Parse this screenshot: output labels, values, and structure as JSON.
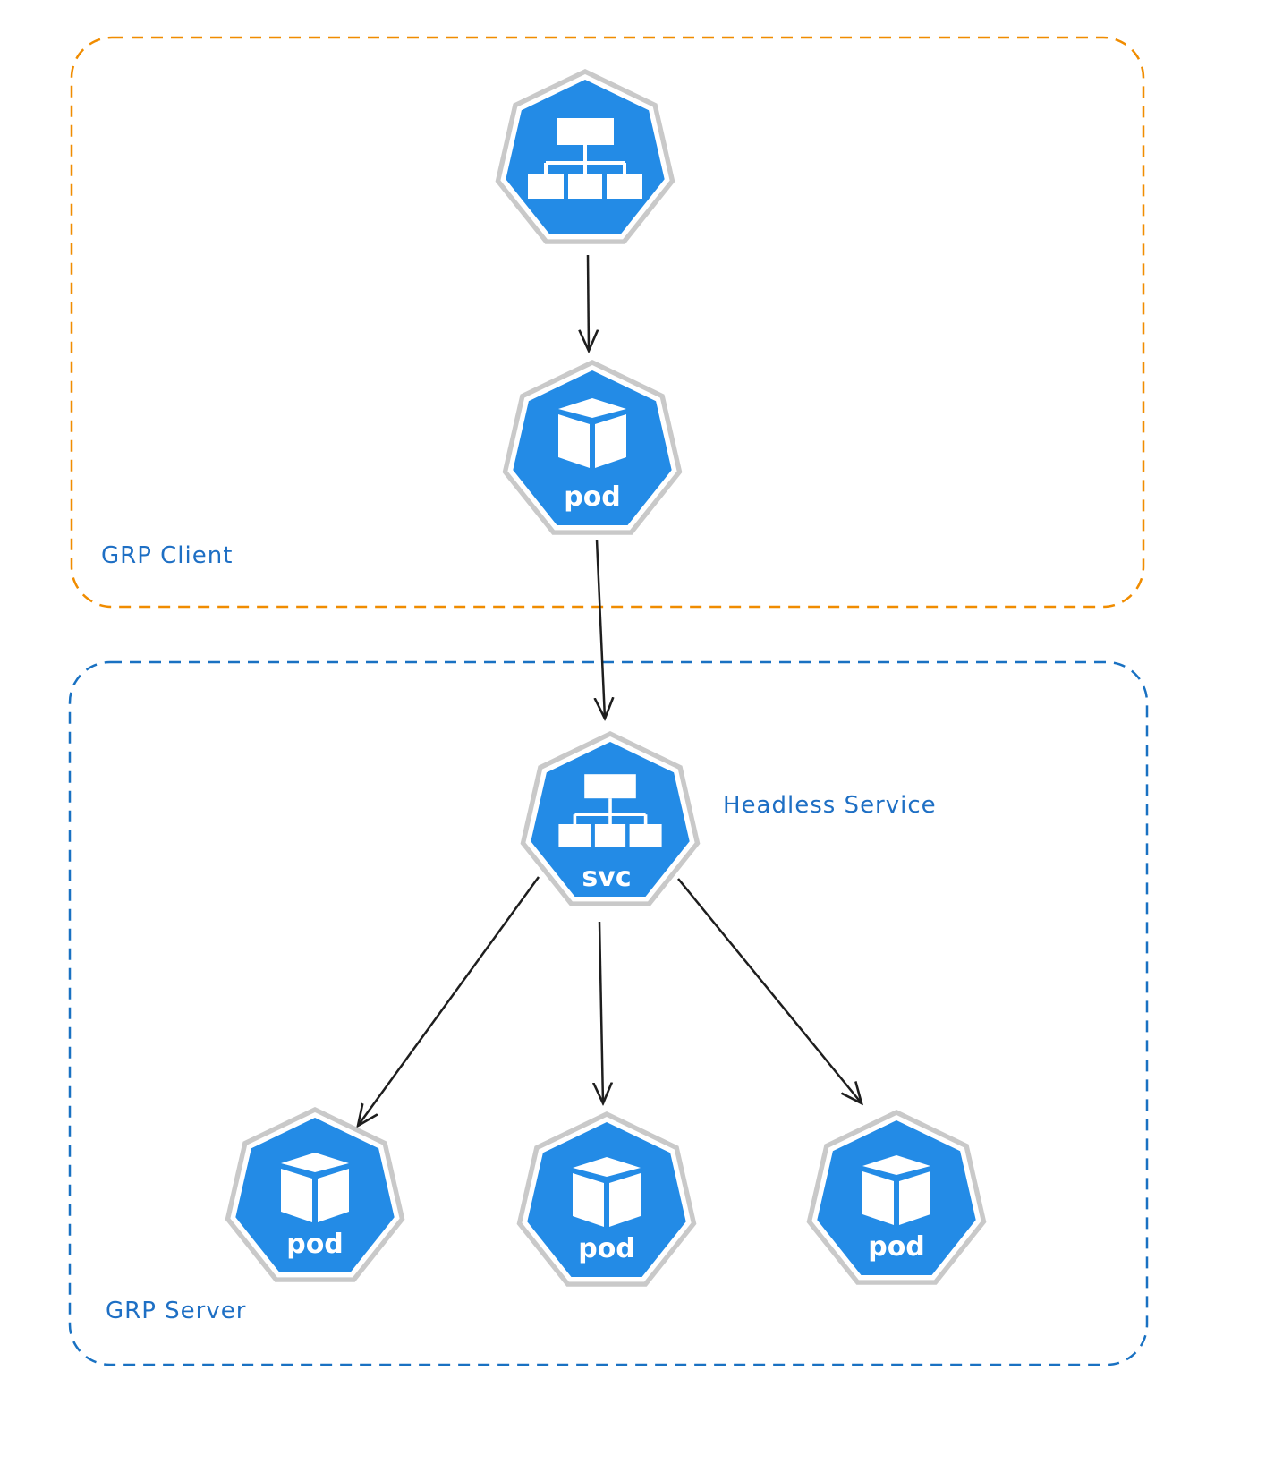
{
  "diagram": {
    "client_group_label": "GRP Client",
    "server_group_label": "GRP Server",
    "headless_service_label": "Headless Service",
    "client_service": {
      "icon": "service-icon",
      "label": ""
    },
    "client_pod": {
      "icon": "pod-icon",
      "label": "pod"
    },
    "headless_service": {
      "icon": "service-icon",
      "label": "svc"
    },
    "server_pods": [
      {
        "icon": "pod-icon",
        "label": "pod"
      },
      {
        "icon": "pod-icon",
        "label": "pod"
      },
      {
        "icon": "pod-icon",
        "label": "pod"
      }
    ],
    "colors": {
      "node_fill": "#238be6",
      "node_border": "#c9c9c9",
      "client_group_border": "#f08c00",
      "server_group_border": "#1971c2",
      "arrow": "#1e1e1e",
      "label": "#1e6fc4"
    }
  }
}
